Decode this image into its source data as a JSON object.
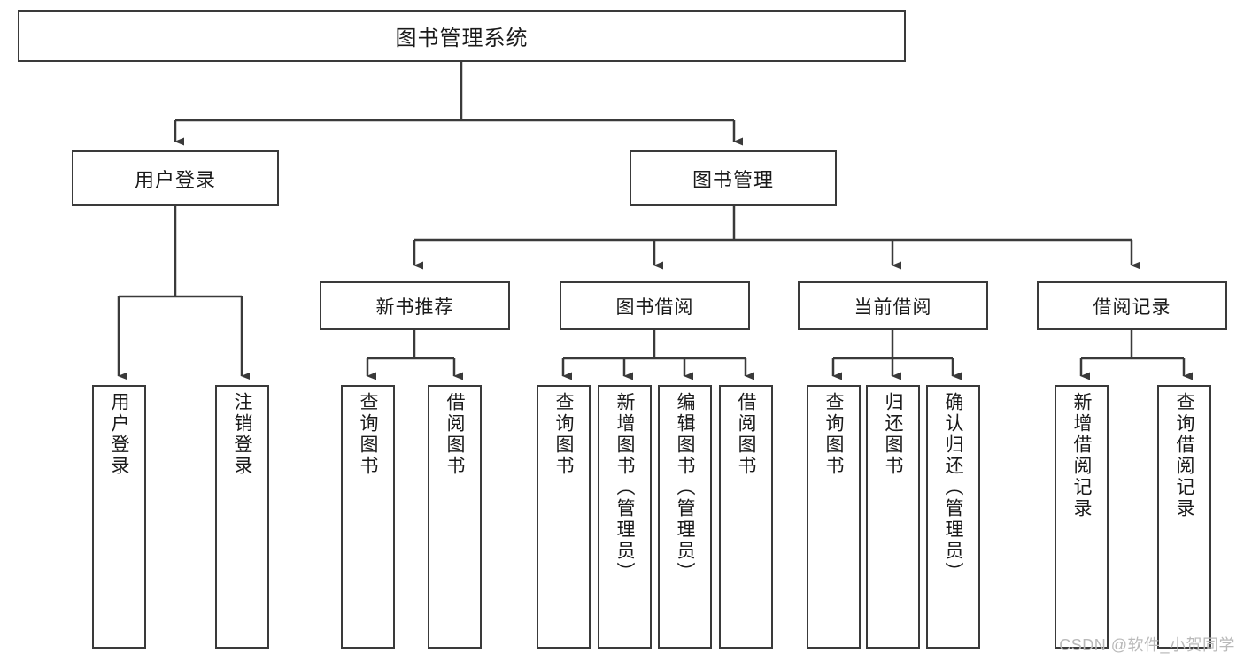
{
  "diagram": {
    "title": "图书管理系统",
    "type": "hierarchy-tree",
    "background_color": "#ffffff",
    "line_color": "#3a3a3a",
    "text_color": "#1a1a1a",
    "watermark": "CSDN @软件_小贺同学",
    "nodes": {
      "root": {
        "label": "图书管理系统"
      },
      "level2": [
        {
          "id": "user-login",
          "label": "用户登录"
        },
        {
          "id": "book-manage",
          "label": "图书管理"
        }
      ],
      "level3": [
        {
          "id": "new-book-rec",
          "label": "新书推荐"
        },
        {
          "id": "book-borrow",
          "label": "图书借阅"
        },
        {
          "id": "current-borrow",
          "label": "当前借阅"
        },
        {
          "id": "borrow-record",
          "label": "借阅记录"
        }
      ],
      "leaves": {
        "user_login": [
          {
            "id": "leaf-user-login",
            "label": "用户登录"
          },
          {
            "id": "leaf-logout",
            "label": "注销登录"
          }
        ],
        "new_book_rec": [
          {
            "id": "leaf-query-book-1",
            "label": "查询图书"
          },
          {
            "id": "leaf-borrow-book-1",
            "label": "借阅图书"
          }
        ],
        "book_borrow": [
          {
            "id": "leaf-query-book-2",
            "label": "查询图书"
          },
          {
            "id": "leaf-add-book",
            "label": "新增图书（管理员）"
          },
          {
            "id": "leaf-edit-book",
            "label": "编辑图书（管理员）"
          },
          {
            "id": "leaf-borrow-book-2",
            "label": "借阅图书"
          }
        ],
        "current_borrow": [
          {
            "id": "leaf-query-book-3",
            "label": "查询图书"
          },
          {
            "id": "leaf-return-book",
            "label": "归还图书"
          },
          {
            "id": "leaf-confirm-return",
            "label": "确认归还（管理员）"
          }
        ],
        "borrow_record": [
          {
            "id": "leaf-add-record",
            "label": "新增借阅记录"
          },
          {
            "id": "leaf-query-record",
            "label": "查询借阅记录"
          }
        ]
      }
    }
  }
}
